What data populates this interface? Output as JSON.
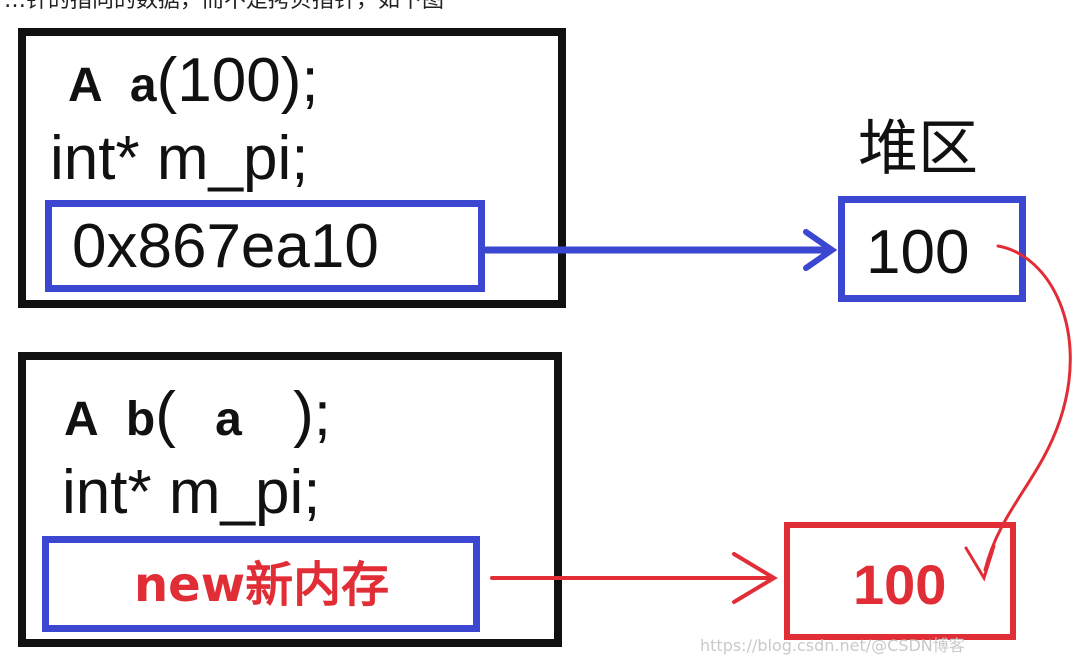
{
  "caption": "…针的指向的数据，而不是拷贝指针，如下图",
  "object_a": {
    "decl_type": "A",
    "decl_name": "a",
    "decl_args": "(100);",
    "member": "int* m_pi;",
    "pointer_value": "0x867ea10"
  },
  "object_b": {
    "decl_type": "A",
    "decl_name": "b",
    "decl_args_open": "(",
    "decl_args_arg": "a",
    "decl_args_close": ");",
    "member": "int* m_pi;",
    "pointer_value": "new新内存"
  },
  "heap": {
    "label": "堆区",
    "value_a": "100",
    "value_b": "100"
  },
  "watermark": "https://blog.csdn.net/@CSDN博客",
  "colors": {
    "pointer_blue": "#3b46d1",
    "deep_copy_red": "#e02d36",
    "frame_black": "#111111"
  }
}
